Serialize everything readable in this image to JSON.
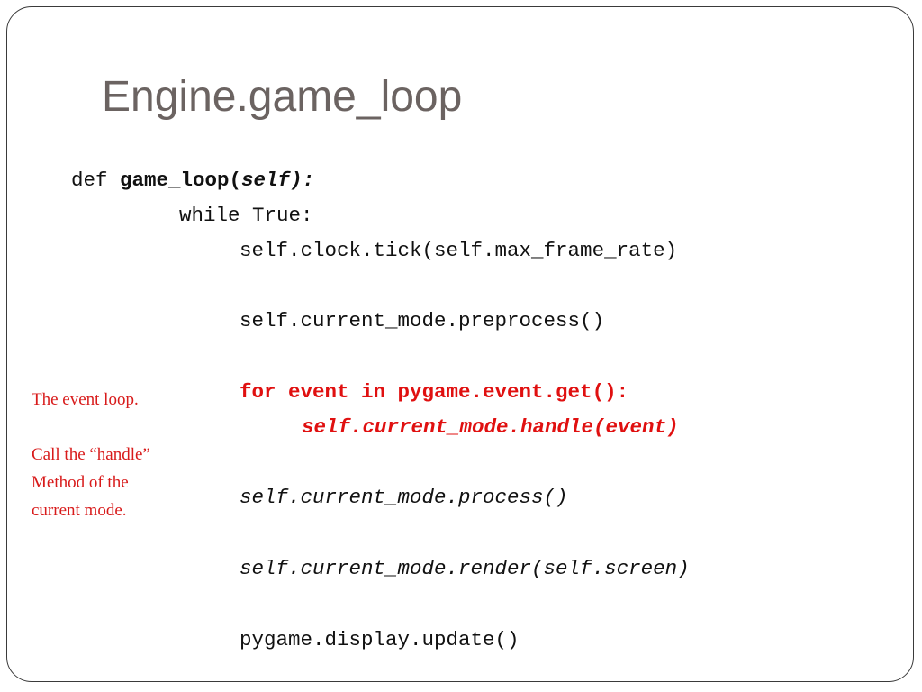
{
  "slide": {
    "title": "Engine.game_loop",
    "code": {
      "line1_kw": "def ",
      "line1_name": "game_loop(",
      "line1_param": "self",
      "line1_end": "):",
      "line2": "while True:",
      "line3": "self.clock.tick(self.max_frame_rate)",
      "line4": "self.current_mode.preprocess()",
      "line5": "for event in pygame.event.get():",
      "line6": "self.current_mode.handle(event)",
      "line7": "self.current_mode.process()",
      "line8": "self.current_mode.render(self.screen)",
      "line9": "pygame.display.update()"
    },
    "note": {
      "line1": "The event loop.",
      "line2": "Call the “handle”",
      "line3": "Method of the",
      "line4": "current mode."
    },
    "colors": {
      "title": "#6b6361",
      "highlight": "#e01010",
      "note": "#d81b1b"
    }
  }
}
